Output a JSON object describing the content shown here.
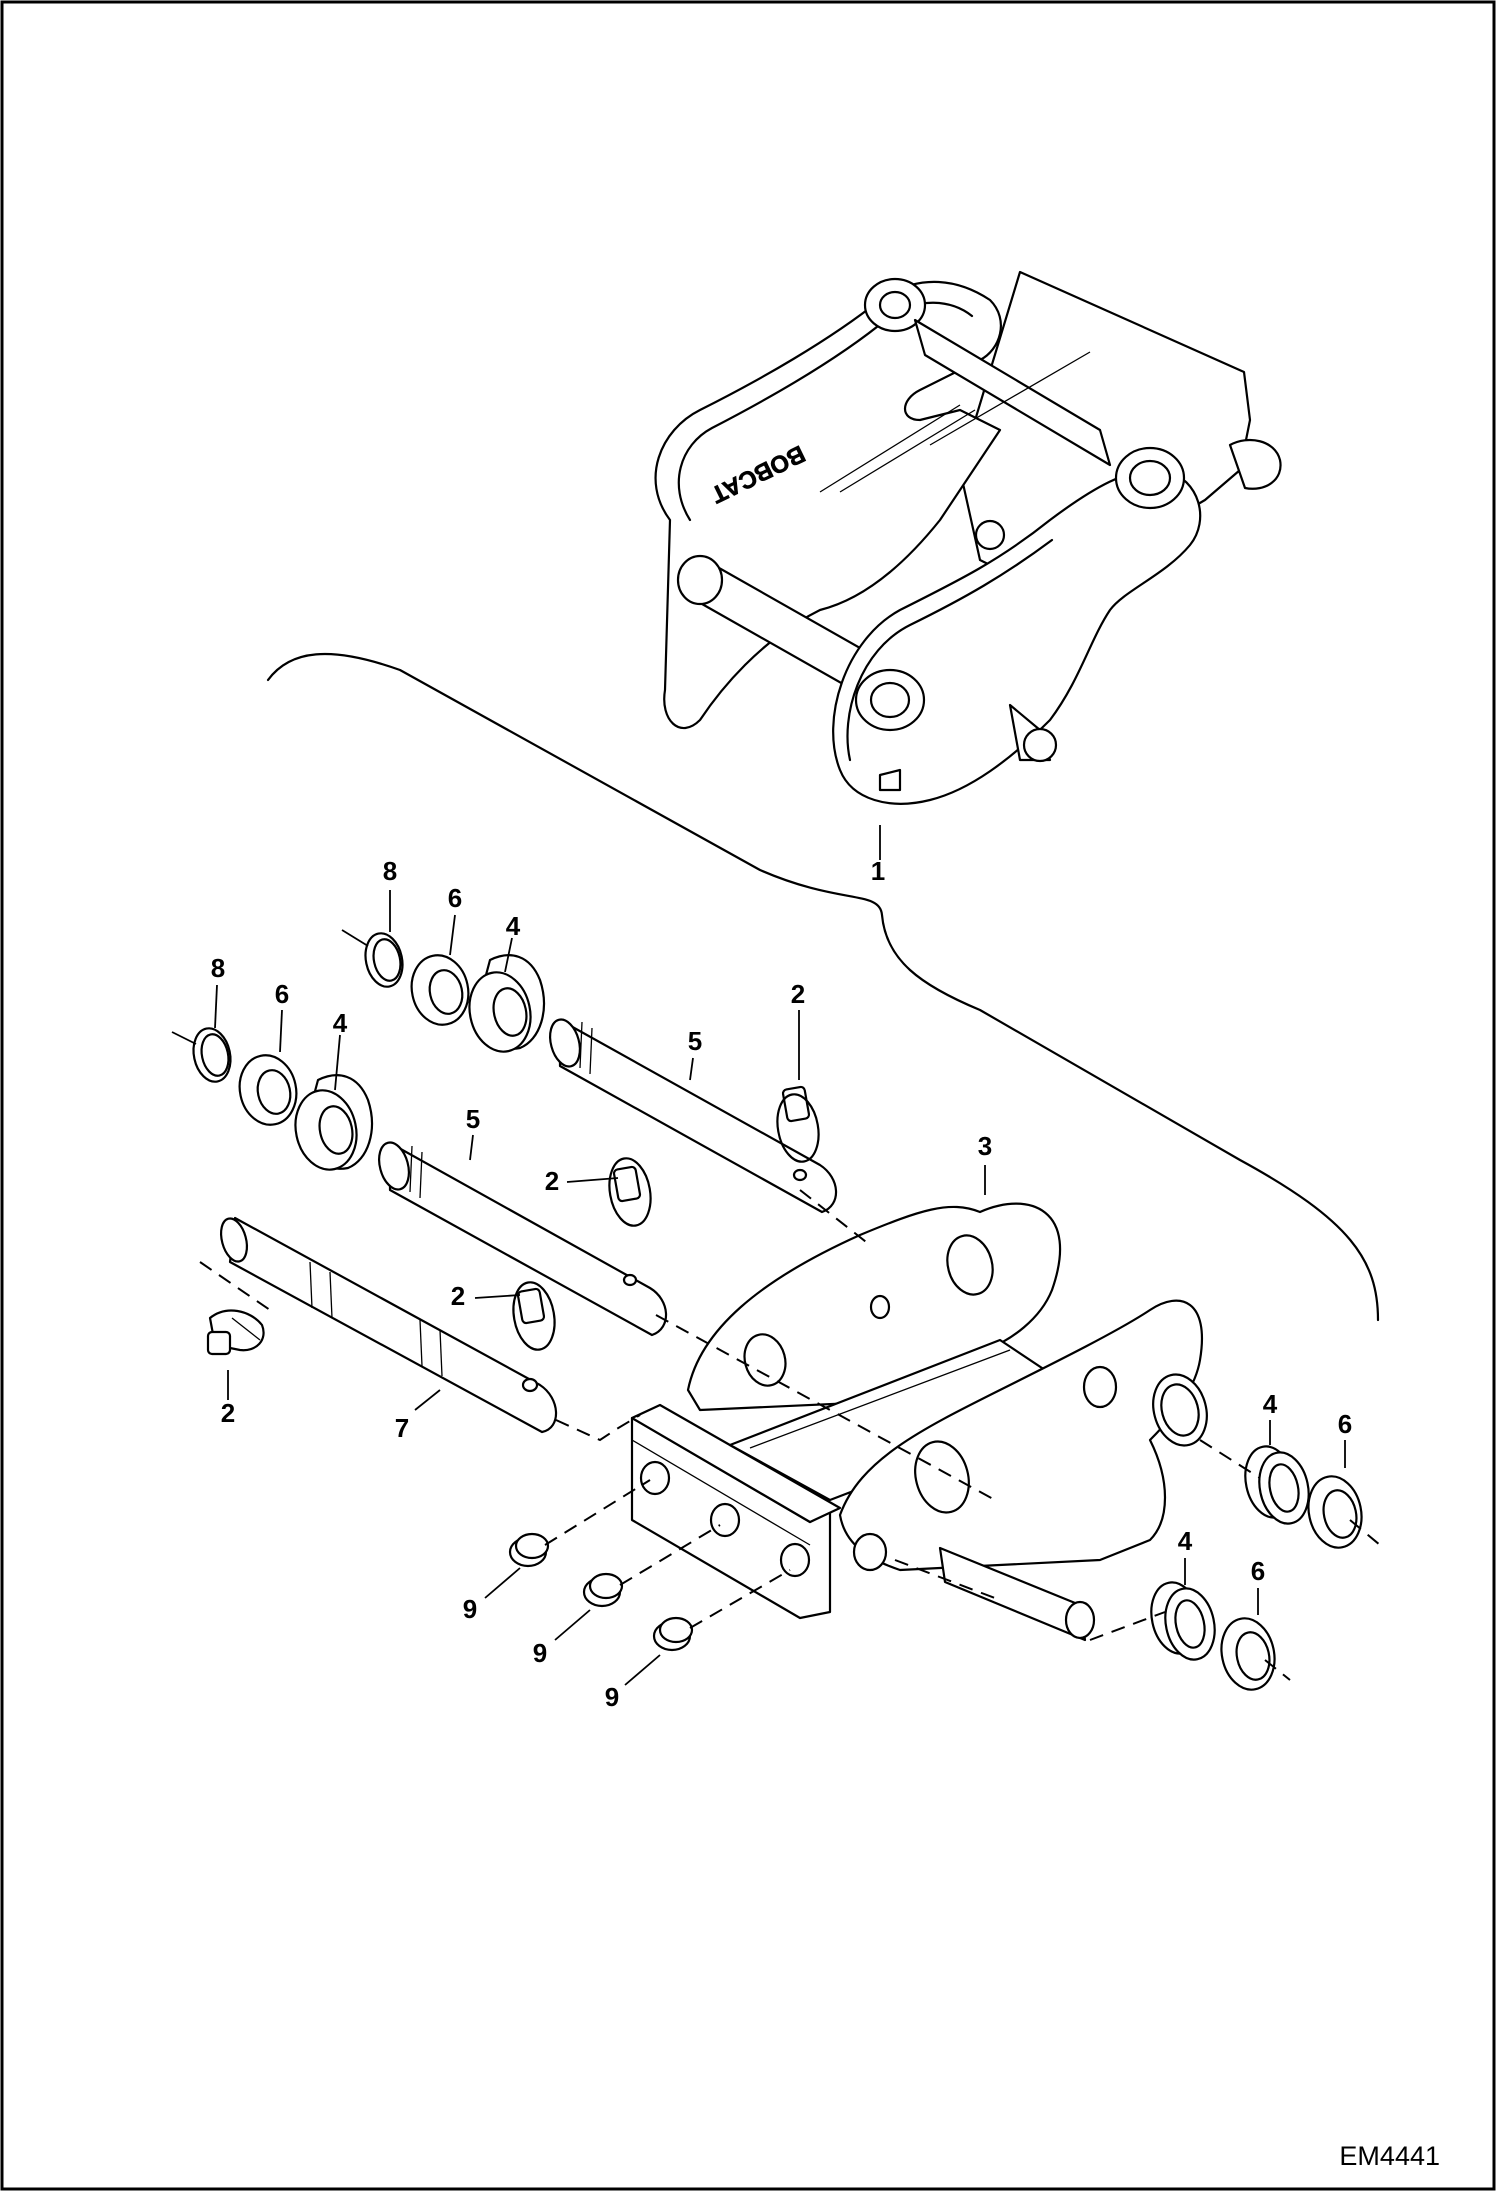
{
  "figure_id": "EM4441",
  "decal_text": "BOBCAT",
  "callouts": [
    "1",
    "2",
    "2",
    "2",
    "2",
    "3",
    "4",
    "4",
    "4",
    "4",
    "5",
    "5",
    "6",
    "6",
    "6",
    "6",
    "7",
    "8",
    "8",
    "9",
    "9",
    "9"
  ]
}
